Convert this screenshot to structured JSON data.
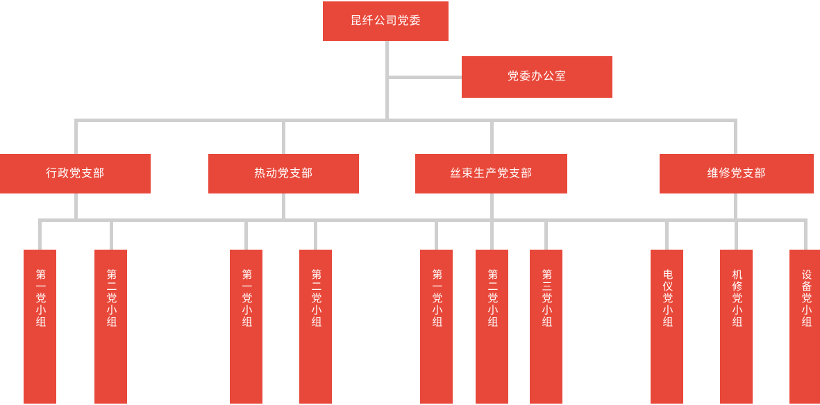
{
  "chart": {
    "title_node": {
      "label": "昆纤公司党委"
    },
    "staff_node": {
      "label": "党委办公室"
    },
    "branches": [
      {
        "label": "行政党支部"
      },
      {
        "label": "热动党支部"
      },
      {
        "label": "丝束生产党支部"
      },
      {
        "label": "维修党支部"
      }
    ],
    "groups": [
      {
        "label": "第一党小组"
      },
      {
        "label": "第二党小组"
      },
      {
        "label": "第一党小组"
      },
      {
        "label": "第二党小组"
      },
      {
        "label": "第一党小组"
      },
      {
        "label": "第二党小组"
      },
      {
        "label": "第三党小组"
      },
      {
        "label": "电仪党小组"
      },
      {
        "label": "机修党小组"
      },
      {
        "label": "设备党小组"
      }
    ],
    "colors": {
      "node_fill": "#e8483a",
      "node_text": "#ffffff",
      "connector": "#cfcfcf",
      "background": "#ffffff"
    }
  }
}
